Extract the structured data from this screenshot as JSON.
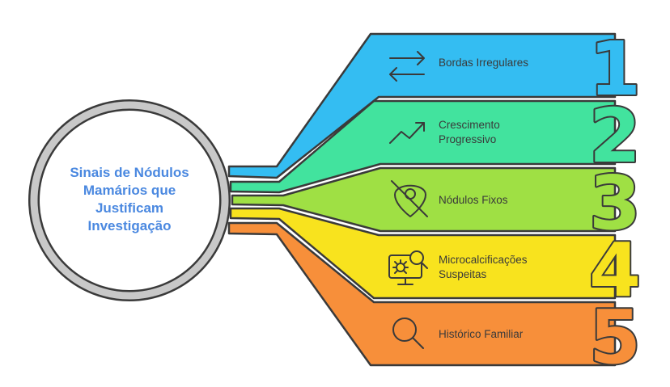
{
  "center": {
    "title_lines": [
      "Sinais de Nódulos",
      "Mamários que",
      "Justificam",
      "Investigação"
    ]
  },
  "items": [
    {
      "number": "1",
      "lines": [
        "Bordas Irregulares"
      ],
      "color": "#34bdf2",
      "icon": "swap-arrows-icon"
    },
    {
      "number": "2",
      "lines": [
        "Crescimento",
        "Progressivo"
      ],
      "color": "#42e39e",
      "icon": "trend-up-icon"
    },
    {
      "number": "3",
      "lines": [
        "Nódulos Fixos"
      ],
      "color": "#9fe044",
      "icon": "location-off-icon"
    },
    {
      "number": "4",
      "lines": [
        "Microcalcificações",
        "Suspeitas"
      ],
      "color": "#f8e31e",
      "icon": "bug-search-monitor-icon"
    },
    {
      "number": "5",
      "lines": [
        "Histórico Familiar"
      ],
      "color": "#f78f3a",
      "icon": "magnifier-icon"
    }
  ]
}
